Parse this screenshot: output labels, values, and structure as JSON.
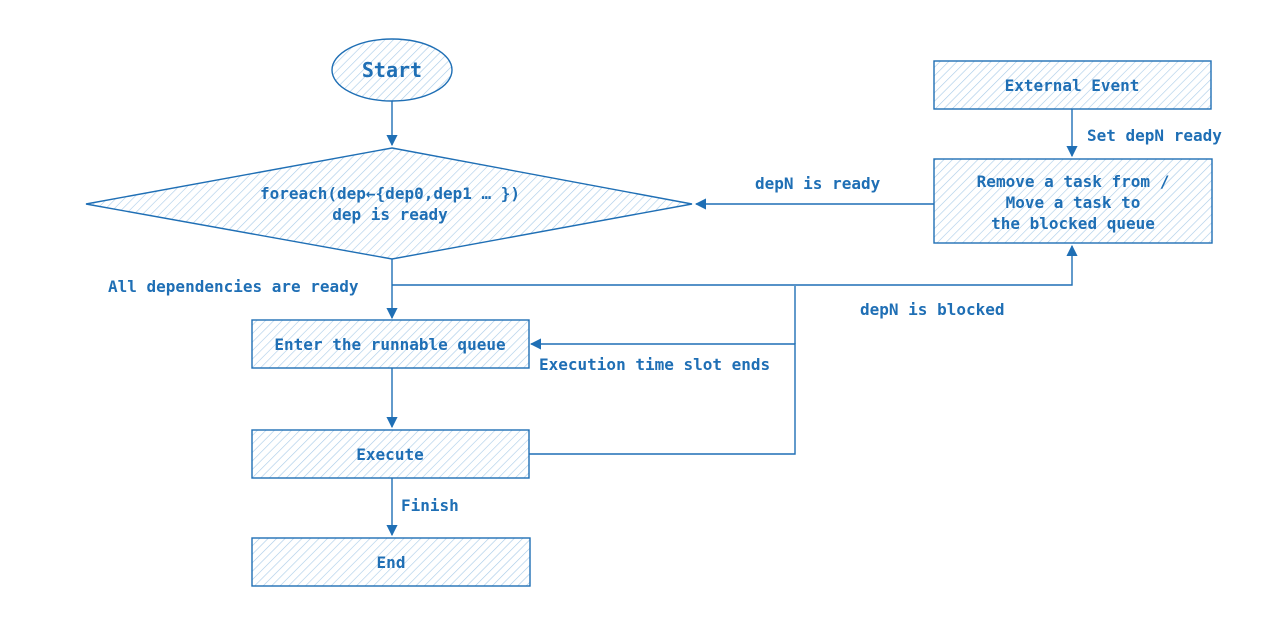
{
  "nodes": {
    "start": "Start",
    "foreach_line1": "foreach(dep←{dep0,dep1 … })",
    "foreach_line2": "dep is ready",
    "runnable": "Enter the runnable queue",
    "execute": "Execute",
    "end": "End",
    "external_event": "External Event",
    "remove_line1": "Remove a task from /",
    "remove_line2": "Move a task to",
    "remove_line3": "the blocked queue"
  },
  "edges": {
    "all_ready": "All dependencies are ready",
    "depn_ready": "depN is ready",
    "set_ready": "Set depN ready",
    "depn_blocked": "depN is blocked",
    "slot_ends": "Execution time slot ends",
    "finish": "Finish"
  },
  "colors": {
    "primary": "#1f6fb5",
    "background": "#ffffff"
  }
}
